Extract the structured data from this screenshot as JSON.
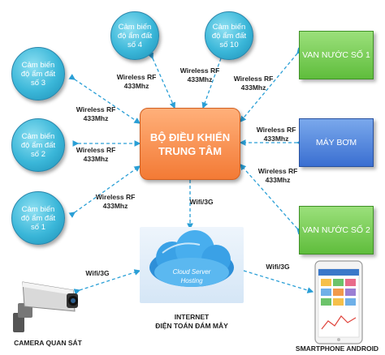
{
  "controller": {
    "line1": "BỘ ĐIỀU KHIỂN",
    "line2": "TRUNG TÂM"
  },
  "sensors": [
    {
      "line1": "Cảm biến",
      "line2": "độ ẩm đất",
      "line3": "số 4"
    },
    {
      "line1": "Cảm biến",
      "line2": "độ ẩm đất",
      "line3": "số 10"
    },
    {
      "line1": "Cảm biến",
      "line2": "độ ẩm đất",
      "line3": "số 3"
    },
    {
      "line1": "Cảm biến",
      "line2": "độ ẩm đất",
      "line3": "số 2"
    },
    {
      "line1": "Cảm biến",
      "line2": "độ ẩm đất",
      "line3": "số 1"
    }
  ],
  "outputs": {
    "valve1": "VAN NƯỚC SỐ 1",
    "pump": "MÁY BƠM",
    "valve2": "VAN NƯỚC SỐ 2"
  },
  "links": {
    "wireless": "Wireless RF",
    "freq": "433Mhz",
    "wifi": "Wifi/3G"
  },
  "cloud": {
    "line1": "Cloud Server",
    "line2": "Hosting",
    "caption1": "INTERNET",
    "caption2": "ĐIỆN TOÁN ĐÁM MÂY"
  },
  "camera_label": "CAMERA QUAN SÁT",
  "phone_label": "SMARTPHONE ANDROID",
  "colors": {
    "sensor": "#3bb7d9",
    "controller": "#f37a35",
    "valve": "#5fbd3c",
    "pump": "#3a6fd1",
    "link": "#2a9fd6"
  }
}
